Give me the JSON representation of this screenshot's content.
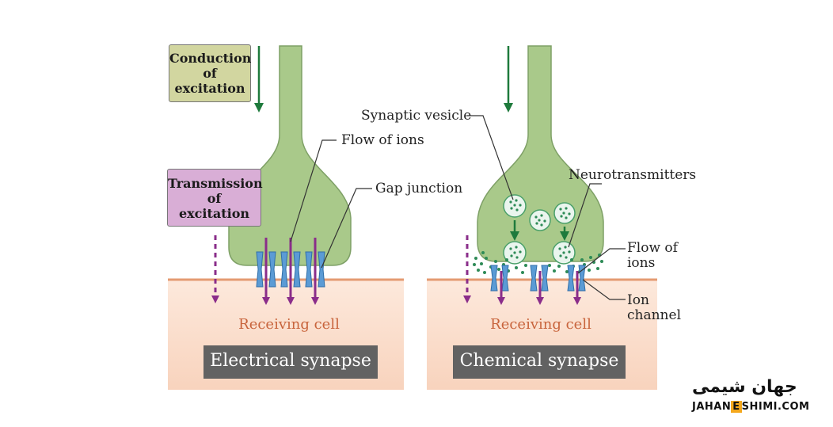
{
  "left_panel": {
    "conduction_label": [
      "Conduction",
      "of",
      "excitation"
    ],
    "transmission_label": [
      "Transmission",
      "of",
      "excitation"
    ],
    "flow_of_ions": "Flow of ions",
    "gap_junction": "Gap junction",
    "receiving_cell": "Receiving cell",
    "synapse_type": "Electrical synapse"
  },
  "right_panel": {
    "synaptic_vesicle": "Synaptic vesicle",
    "neurotransmitters": "Neurotransmitters",
    "flow_of_ions": [
      "Flow of",
      "ions"
    ],
    "ion_channel": [
      "Ion",
      "channel"
    ],
    "receiving_cell": "Receiving cell",
    "synapse_type": "Chemical synapse"
  },
  "logo": {
    "persian_text": "جهان شیمی",
    "english_text_before": "JAHAN",
    "english_text_highlight": "E",
    "english_text_after": "SHIMI.COM"
  },
  "colors": {
    "neuron_fill": "#a9c98a",
    "neuron_stroke": "#7ea066",
    "cell_fill": "#fbe3d3",
    "cell_border": "#e49b72",
    "channel": "#5b9bd5",
    "arrow_purple": "#8a2d8a",
    "arrow_green": "#1e7a3c",
    "conduction_box": "#d2d6a0",
    "transmission_box": "#d9aed6",
    "dots": "#2e8b57"
  }
}
